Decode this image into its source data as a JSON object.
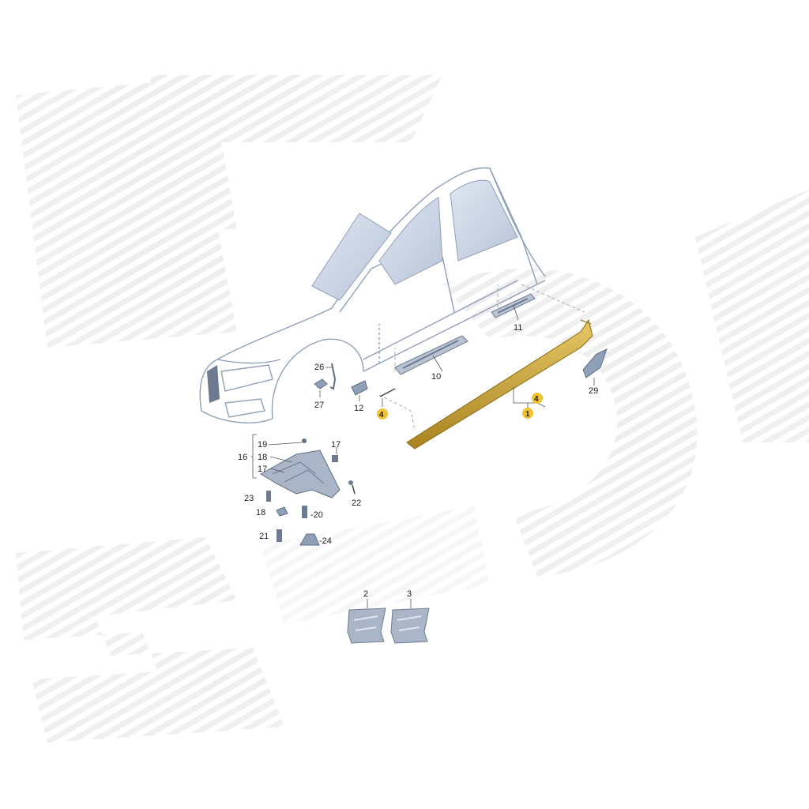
{
  "diagram": {
    "callouts": {
      "c1": "1",
      "c2": "2",
      "c3": "3",
      "c4a": "4",
      "c4b": "4",
      "c10": "10",
      "c11": "11",
      "c12": "12",
      "c16": "16",
      "c17a": "17",
      "c17b": "17",
      "c18a": "18",
      "c18b": "18",
      "c19": "19",
      "c20": "-20",
      "c21": "21",
      "c22": "22",
      "c23": "23",
      "c24": "-24",
      "c26": "26",
      "c27": "27",
      "c29": "29"
    },
    "colors": {
      "highlight": "#f2c230",
      "sill_trim": "#c9a23a",
      "body_line": "#8ea0b8",
      "glass": "#c9d3e4",
      "part_fill": "#aab6c8",
      "watermark": "#e8e8e8"
    }
  }
}
